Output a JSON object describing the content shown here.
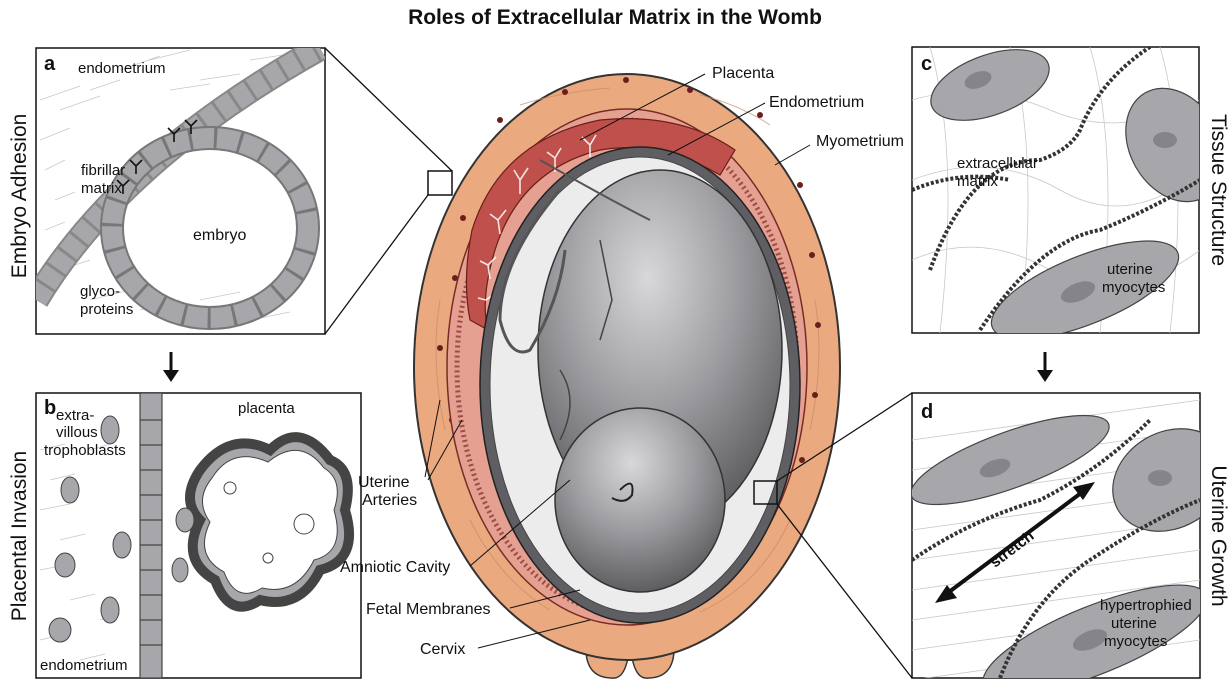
{
  "title": "Roles of Extracellular Matrix in the Womb",
  "panels": {
    "a": {
      "letter": "a",
      "side_label": "Embryo Adhesion",
      "labels": {
        "endometrium": "endometrium",
        "fibrillar": "fibrillar",
        "matrix": "matrix",
        "embryo": "embryo",
        "glyco": "glyco-",
        "proteins": "proteins"
      }
    },
    "b": {
      "letter": "b",
      "side_label": "Placental  Invasion",
      "labels": {
        "placenta": "placenta",
        "extra": "extra-",
        "villous": "villous",
        "trophoblasts": "trophoblasts",
        "endometrium": "endometrium"
      }
    },
    "c": {
      "letter": "c",
      "side_label": "Tissue Structure",
      "labels": {
        "extracellular": "extracellular",
        "matrix": "matrix",
        "uterine": "uterine",
        "myocytes": "myocytes"
      }
    },
    "d": {
      "letter": "d",
      "side_label": "Uterine Growth",
      "labels": {
        "stretch": "stretch",
        "hypertrophied": "hypertrophied",
        "uterine": "uterine",
        "myocytes": "myocytes"
      }
    }
  },
  "womb_labels": {
    "placenta": "Placenta",
    "endometrium": "Endometrium",
    "myometrium": "Myometrium",
    "uterine": "Uterine",
    "arteries": "Arteries",
    "amniotic": "Amniotic Cavity",
    "fetal": "Fetal Membranes",
    "cervix": "Cervix"
  },
  "colors": {
    "myometrium": "#eba97f",
    "endometrium": "#d98a82",
    "placenta": "#c0504b",
    "fetus": "#8f8f93",
    "cell": "#a7a7ab"
  }
}
